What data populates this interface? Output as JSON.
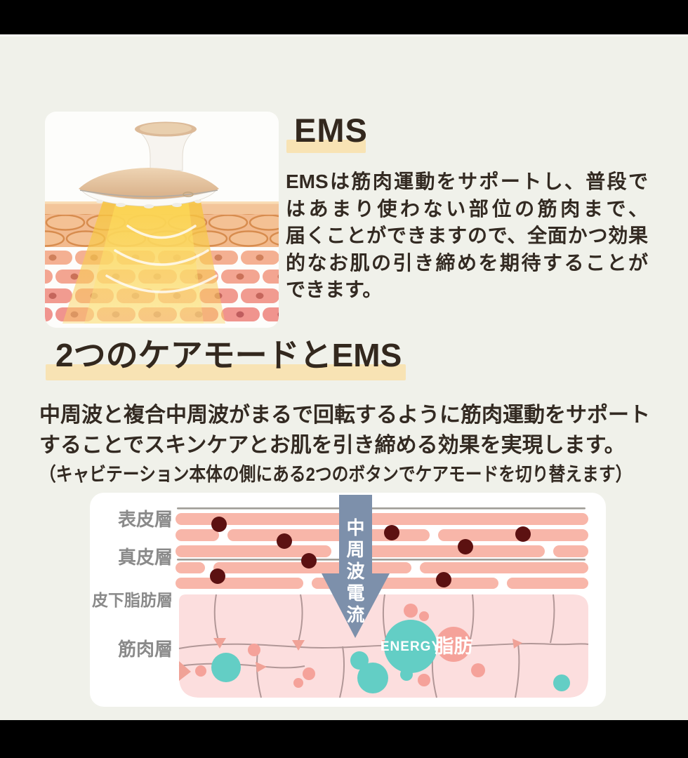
{
  "ems": {
    "title": "EMS",
    "body_lines": [
      "EMSは筋肉運動をサポートし、普段で",
      "はあまり使わない部位の筋肉まで、",
      "届くことができますので、全面かつ効果",
      "的なお肌の引き締めを期待することが",
      "できます。"
    ]
  },
  "care": {
    "title": "2つのケアモードとEMS",
    "body_lines": [
      "中周波と複合中周波がまるで回転するように筋肉運動をサポート",
      "することでスキンケアとお肌を引き締める効果を実現します。"
    ],
    "note": "（キャビテーション本体の側にある2つのボタンでケアモードを切り替えます）"
  },
  "diagram": {
    "layer_labels": [
      "表皮層",
      "真皮層",
      "皮下脂肪層",
      "筋肉層"
    ],
    "arrow_label": "中周波電流",
    "energy_label": "ENERGY",
    "fat_label": "脂肪"
  },
  "colors": {
    "page_bg": "#f0f1ea",
    "letterbox": "#000000",
    "highlight": "#f8e3b4",
    "heading_text": "#33281e",
    "body_text": "#332a22",
    "label_gray": "#8a8a8a",
    "arrow_blue": "#7d90ab",
    "teal": "#63cec5",
    "salmon": "#f5a29a",
    "fiber_pink": "#f8b6a9",
    "fat_pink": "#fcdede",
    "blood_dot": "#5c1111"
  }
}
